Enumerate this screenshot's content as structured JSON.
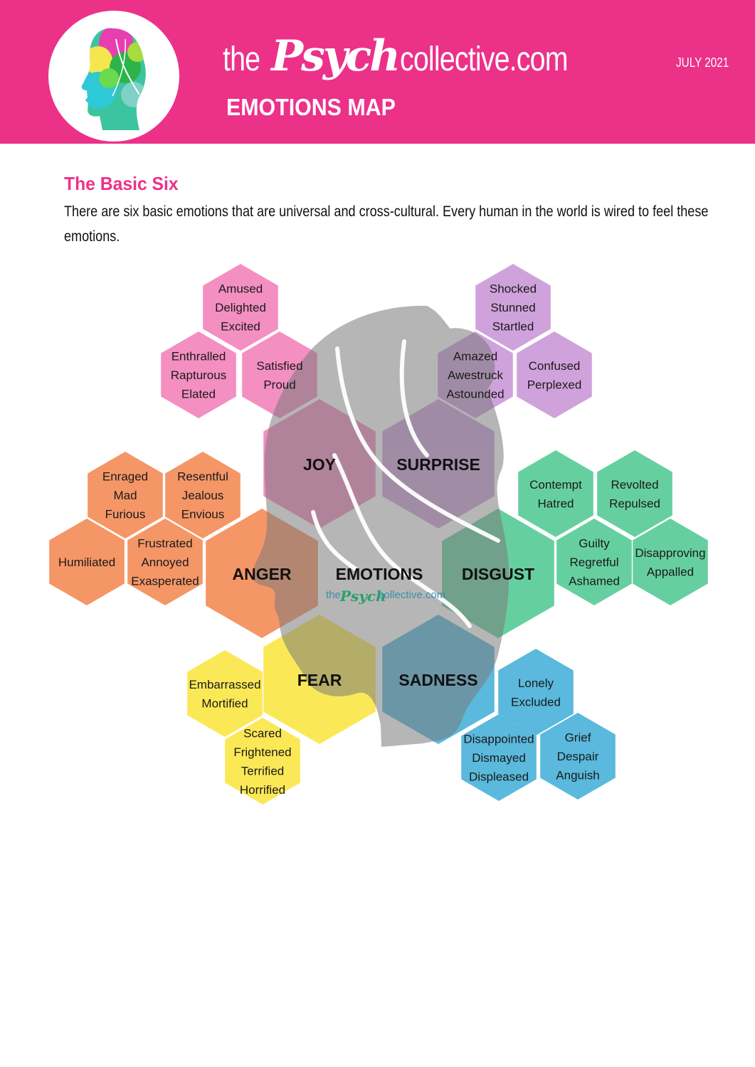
{
  "header": {
    "brand_the": "the",
    "brand_psych": "Psych",
    "brand_collective": "collective.com",
    "title": "EMOTIONS MAP",
    "date": "JULY 2021",
    "background_color": "#ec3189"
  },
  "intro": {
    "heading": "The Basic Six",
    "body": "There are six basic emotions that are universal and cross-cultural. Every human in the world is wired to feel these emotions."
  },
  "diagram": {
    "center": {
      "label": "EMOTIONS",
      "watermark_the": "the",
      "watermark_psych": "Psych",
      "watermark_collective": "collective.com"
    },
    "emotions": [
      {
        "name": "JOY",
        "color": "#f48fc2",
        "groups": [
          [
            "Amused",
            "Delighted",
            "Excited"
          ],
          [
            "Enthralled",
            "Rapturous",
            "Elated"
          ],
          [
            "Satisfied",
            "Proud"
          ]
        ]
      },
      {
        "name": "SURPRISE",
        "color": "#d0a2dc",
        "groups": [
          [
            "Shocked",
            "Stunned",
            "Startled"
          ],
          [
            "Amazed",
            "Awestruck",
            "Astounded"
          ],
          [
            "Confused",
            "Perplexed"
          ]
        ]
      },
      {
        "name": "ANGER",
        "color": "#f59667",
        "groups": [
          [
            "Enraged",
            "Mad",
            "Furious"
          ],
          [
            "Resentful",
            "Jealous",
            "Envious"
          ],
          [
            "Humiliated"
          ],
          [
            "Frustrated",
            "Annoyed",
            "Exasperated"
          ]
        ]
      },
      {
        "name": "DISGUST",
        "color": "#66cfa0",
        "groups": [
          [
            "Contempt",
            "Hatred"
          ],
          [
            "Revolted",
            "Repulsed"
          ],
          [
            "Guilty",
            "Regretful",
            "Ashamed"
          ],
          [
            "Disapproving",
            "Appalled"
          ]
        ]
      },
      {
        "name": "FEAR",
        "color": "#fbe856",
        "groups": [
          [
            "Embarrassed",
            "Mortified"
          ],
          [
            "Scared",
            "Frightened",
            "Terrified",
            "Horrified"
          ]
        ]
      },
      {
        "name": "SADNESS",
        "color": "#5ab9dc",
        "groups": [
          [
            "Lonely",
            "Excluded"
          ],
          [
            "Disappointed",
            "Dismayed",
            "Displeased"
          ],
          [
            "Grief",
            "Despair",
            "Anguish"
          ]
        ]
      }
    ]
  }
}
